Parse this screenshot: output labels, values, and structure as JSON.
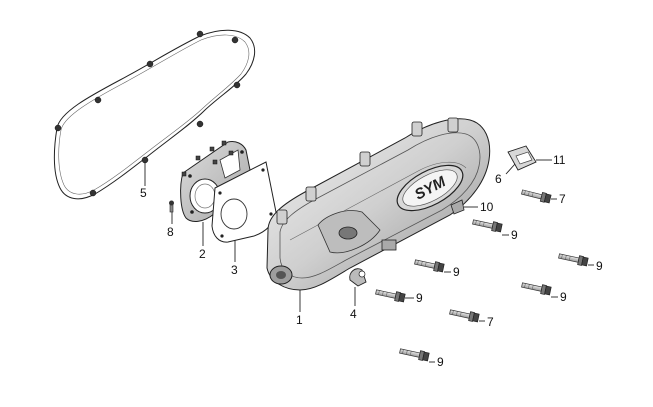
{
  "logo": {
    "text": "SYM"
  },
  "callouts": [
    {
      "id": "c1",
      "text": "1"
    },
    {
      "id": "c2",
      "text": "2"
    },
    {
      "id": "c3",
      "text": "3"
    },
    {
      "id": "c4",
      "text": "4"
    },
    {
      "id": "c5",
      "text": "5"
    },
    {
      "id": "c6",
      "text": "6"
    },
    {
      "id": "c7a",
      "text": "7"
    },
    {
      "id": "c7b",
      "text": "7"
    },
    {
      "id": "c8",
      "text": "8"
    },
    {
      "id": "c9a",
      "text": "9"
    },
    {
      "id": "c9b",
      "text": "9"
    },
    {
      "id": "c9c",
      "text": "9"
    },
    {
      "id": "c9d",
      "text": "9"
    },
    {
      "id": "c9e",
      "text": "9"
    },
    {
      "id": "c9f",
      "text": "9"
    },
    {
      "id": "c10",
      "text": "10"
    },
    {
      "id": "c11",
      "text": "11"
    }
  ]
}
